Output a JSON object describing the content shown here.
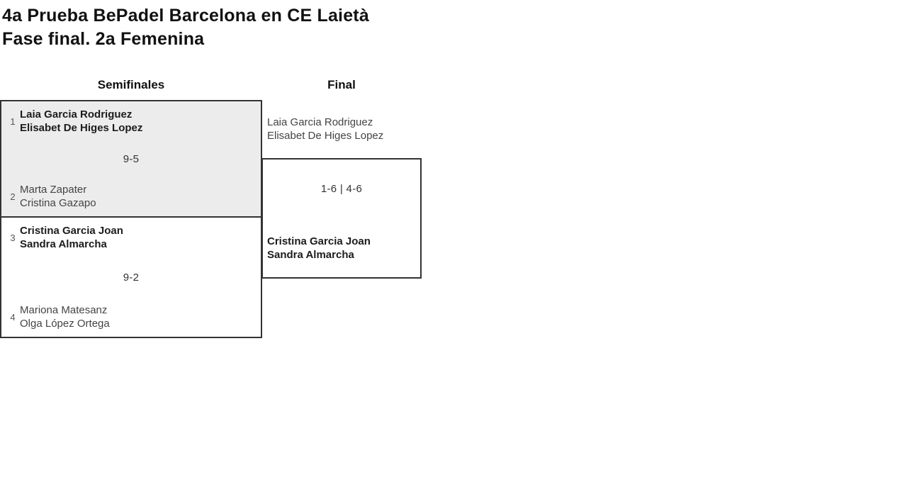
{
  "header": {
    "title": "4a Prueba BePadel Barcelona en CE Laietà",
    "subtitle": "Fase final. 2a Femenina"
  },
  "rounds": {
    "semifinals_label": "Semifinales",
    "final_label": "Final"
  },
  "matches": {
    "semifinal_1": {
      "team1": {
        "seed": "1",
        "player1": "Laia Garcia Rodriguez",
        "player2": "Elisabet De Higes Lopez",
        "winner": true
      },
      "score": "9-5",
      "team2": {
        "seed": "2",
        "player1": "Marta Zapater",
        "player2": "Cristina Gazapo",
        "winner": false
      }
    },
    "semifinal_2": {
      "team1": {
        "seed": "3",
        "player1": "Cristina Garcia Joan",
        "player2": "Sandra Almarcha",
        "winner": true
      },
      "score": "9-2",
      "team2": {
        "seed": "4",
        "player1": "Mariona Matesanz",
        "player2": "Olga López Ortega",
        "winner": false
      }
    },
    "final": {
      "team1": {
        "player1": "Laia Garcia Rodriguez",
        "player2": "Elisabet De Higes Lopez",
        "winner": false
      },
      "score": "1-6 | 4-6",
      "team2": {
        "player1": "Cristina Garcia Joan",
        "player2": "Sandra Almarcha",
        "winner": true
      }
    }
  },
  "colors": {
    "match_alt_background": "#ececec",
    "border": "#333333",
    "winner_text": "#1c1c1c",
    "loser_text": "#444444",
    "seed_text": "#555555",
    "score_text": "#333333",
    "title_text": "#111111"
  }
}
